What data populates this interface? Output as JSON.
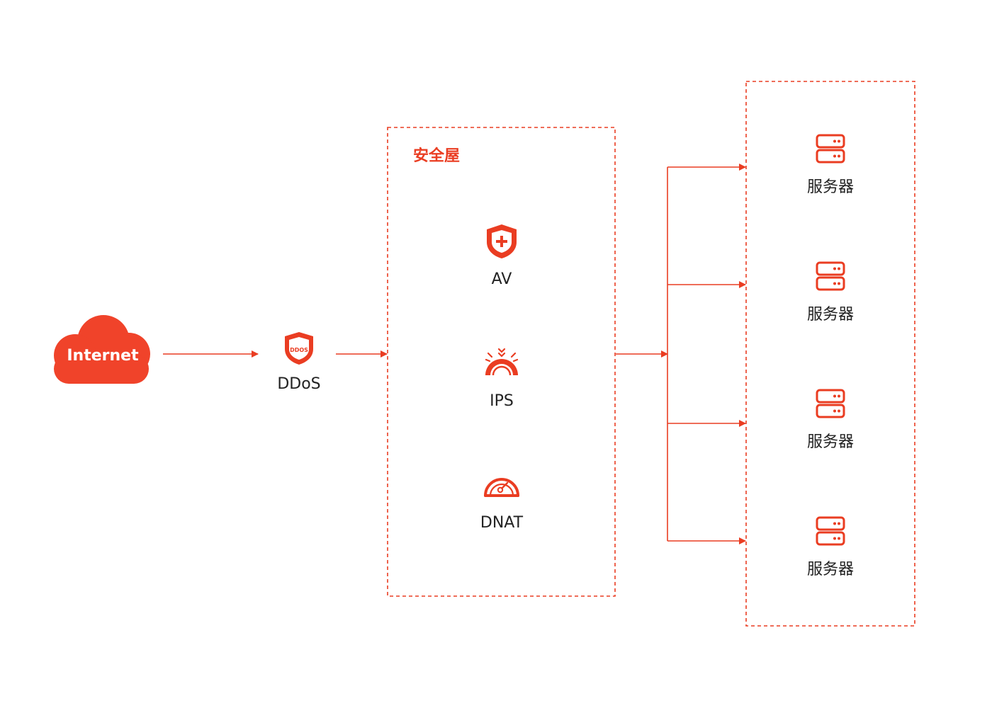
{
  "colors": {
    "accent": "#ea3d22",
    "text": "#222222",
    "background": "#ffffff"
  },
  "nodes": {
    "internet": {
      "label": "Internet",
      "icon": "cloud-icon"
    },
    "ddos": {
      "label": "DDoS",
      "icon": "ddos-shield-icon",
      "badge": "DDOS"
    },
    "security_house": {
      "title": "安全屋",
      "items": [
        {
          "label": "AV",
          "icon": "shield-plus-icon"
        },
        {
          "label": "IPS",
          "icon": "intrusion-prevention-icon"
        },
        {
          "label": "DNAT",
          "icon": "gauge-icon"
        }
      ]
    },
    "servers": [
      {
        "label": "服务器",
        "icon": "server-icon"
      },
      {
        "label": "服务器",
        "icon": "server-icon"
      },
      {
        "label": "服务器",
        "icon": "server-icon"
      },
      {
        "label": "服务器",
        "icon": "server-icon"
      }
    ]
  }
}
